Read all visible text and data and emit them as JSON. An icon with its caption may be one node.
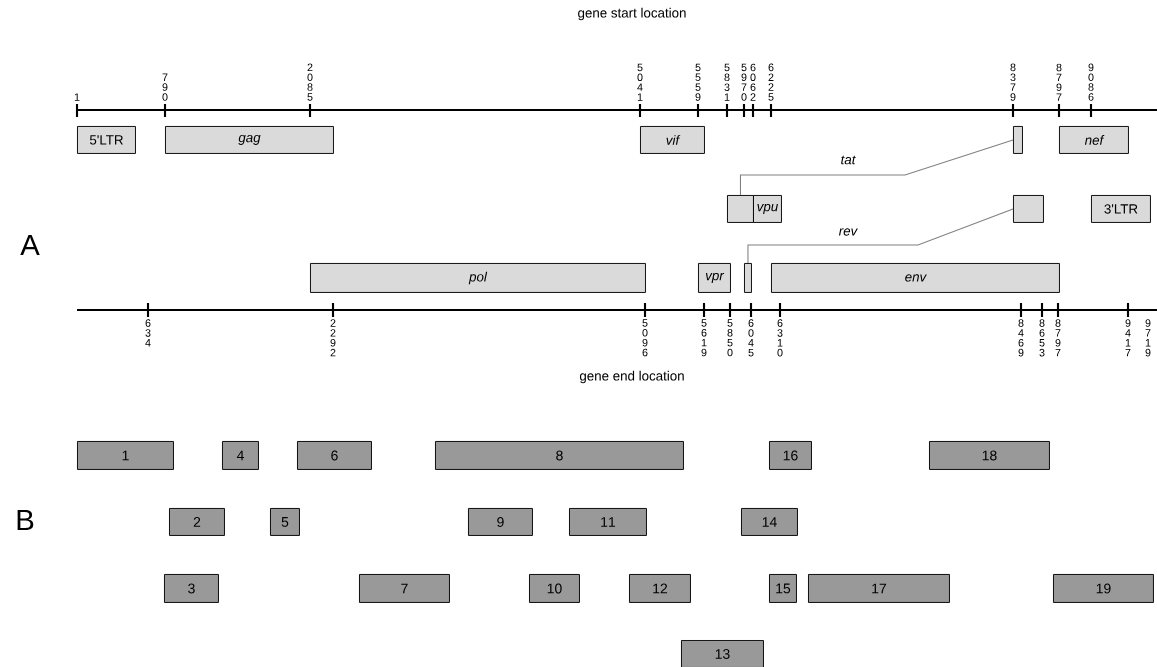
{
  "diagram": {
    "nodes": [
      {
        "text": [
          "5'LTR"
        ]
      },
      {
        "text": [
          "gag"
        ]
      },
      {
        "text": [
          "vif"
        ]
      },
      {
        "text": [],
        "shape": "box"
      },
      {
        "text": [
          "nef"
        ]
      },
      {
        "text": [],
        "shape": "box"
      },
      {
        "text": [
          "vpu"
        ]
      },
      {
        "text": [],
        "shape": "box"
      },
      {
        "text": [
          "3'LTR"
        ]
      },
      {
        "text": [
          "pol"
        ]
      },
      {
        "text": [
          "vpr"
        ]
      },
      {
        "text": [],
        "shape": "box"
      },
      {
        "text": [
          "env"
        ]
      },
      {
        "text": [
          "1"
        ]
      },
      {
        "text": [
          "2"
        ]
      },
      {
        "text": [
          "3"
        ]
      },
      {
        "text": [
          "4"
        ]
      },
      {
        "text": [
          "5"
        ]
      },
      {
        "text": [
          "6"
        ]
      },
      {
        "text": [
          "7"
        ]
      },
      {
        "text": [
          "8"
        ]
      },
      {
        "text": [
          "9"
        ]
      },
      {
        "text": [
          "10"
        ]
      },
      {
        "text": [
          "11"
        ]
      },
      {
        "text": [
          "12"
        ]
      },
      {
        "text": [
          "13"
        ]
      },
      {
        "text": [
          "14"
        ]
      },
      {
        "text": [
          "15"
        ]
      },
      {
        "text": [
          "16"
        ]
      },
      {
        "text": [
          "17"
        ]
      },
      {
        "text": [
          "18"
        ]
      },
      {
        "text": [
          "19"
        ]
      }
    ],
    "edges": [
      {
        "from": 3,
        "to": 5,
        "arrow": "none",
        "label": "tat"
      },
      {
        "from": 7,
        "to": 11,
        "arrow": "none",
        "label": "rev"
      }
    ],
    "labels": [
      "gene start location",
      "1",
      "790",
      "2085",
      "5041",
      "5559",
      "5831",
      "5970",
      "6062",
      "6225",
      "8379",
      "8797",
      "9086",
      "A",
      "634",
      "2292",
      "5096",
      "5619",
      "5850",
      "6045",
      "6310",
      "8469",
      "8653",
      "8797",
      "9417",
      "9719",
      "gene end location",
      "B"
    ]
  }
}
